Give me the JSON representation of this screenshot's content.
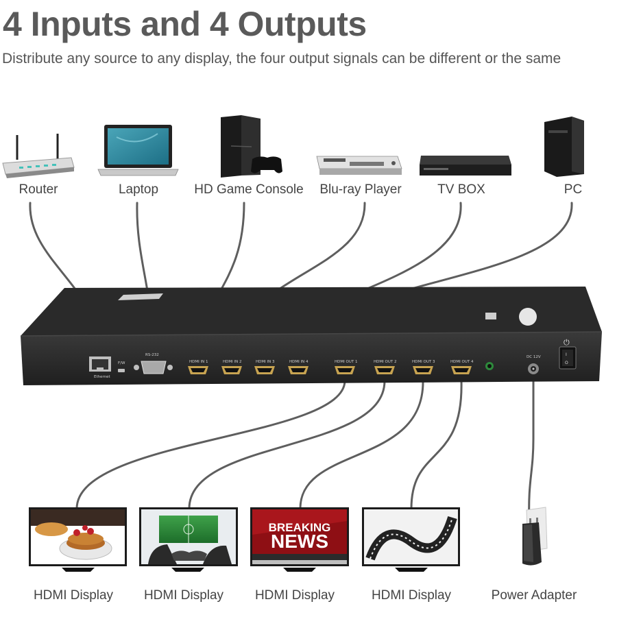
{
  "header": {
    "title": "4 Inputs and 4 Outputs",
    "subtitle": "Distribute any source to any display, the four output signals can be different or the same"
  },
  "sources": [
    {
      "label": "Router",
      "icon": "router-icon"
    },
    {
      "label": "Laptop",
      "icon": "laptop-icon"
    },
    {
      "label": "HD Game Console",
      "icon": "game-console-icon"
    },
    {
      "label": "Blu-ray Player",
      "icon": "bluray-player-icon"
    },
    {
      "label": "TV BOX",
      "icon": "tv-box-icon"
    },
    {
      "label": "PC",
      "icon": "pc-tower-icon"
    }
  ],
  "device": {
    "ports": {
      "ethernet": "Ethernet",
      "fw": "F/W",
      "rs232": "RS-232",
      "in1": "HDMI IN 1",
      "in2": "HDMI IN 2",
      "in3": "HDMI IN 3",
      "in4": "HDMI IN 4",
      "out1": "HDMI OUT 1",
      "out2": "HDMI OUT 2",
      "out3": "HDMI OUT 3",
      "out4": "HDMI OUT 4",
      "dc": "DC 12V"
    },
    "power_symbol": "⏻",
    "switch_marks": [
      "I",
      "O"
    ]
  },
  "outputs": [
    {
      "label": "HDMI Display",
      "icon": "pancake-screen"
    },
    {
      "label": "HDMI Display",
      "icon": "soccer-game-screen"
    },
    {
      "label": "HDMI Display",
      "icon": "breaking-news-screen"
    },
    {
      "label": "HDMI Display",
      "icon": "film-reel-screen"
    },
    {
      "label": "Power Adapter",
      "icon": "power-adapter-icon"
    }
  ],
  "screens": {
    "news_line1": "BREAKING",
    "news_line2": "NEWS"
  },
  "colors": {
    "text": "#444444",
    "title": "#5a5a5a",
    "device": "#2b2b2b",
    "cable": "#5e5e5e",
    "port_gold": "#c7a351"
  }
}
